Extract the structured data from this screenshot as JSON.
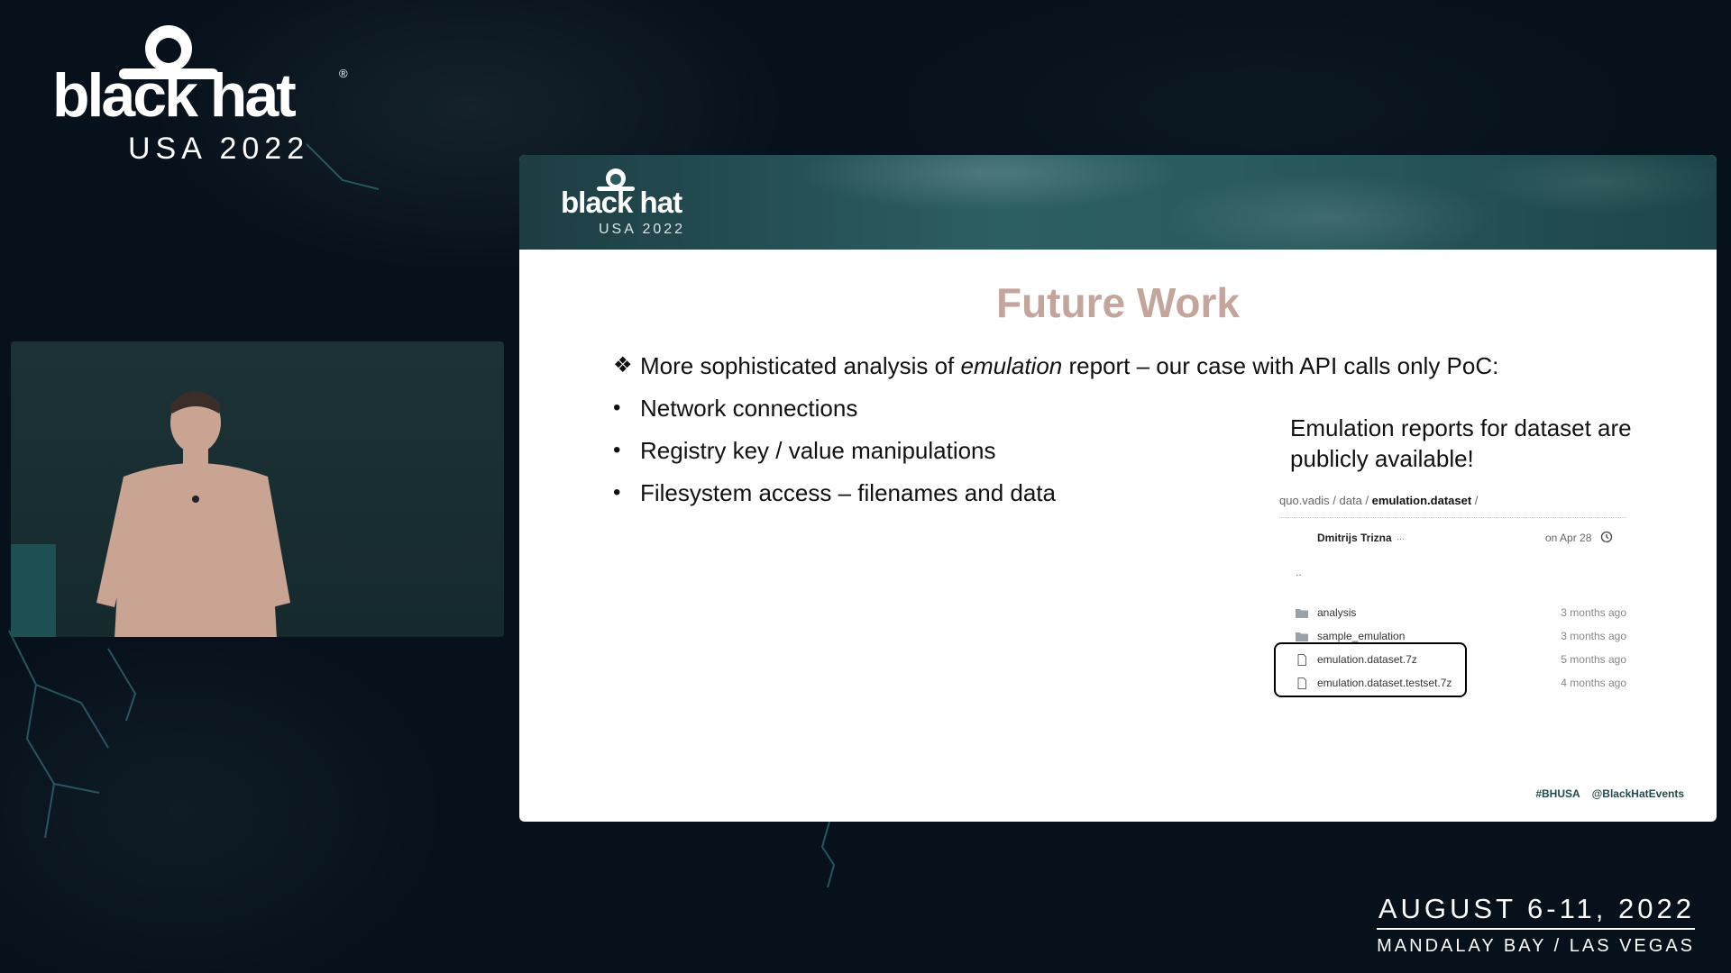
{
  "conference": {
    "brand": "black hat",
    "edition": "USA 2022",
    "dates": "AUGUST 6-11, 2022",
    "venue": "MANDALAY BAY / LAS VEGAS"
  },
  "slide": {
    "header_brand": "black hat",
    "header_edition": "USA 2022",
    "title": "Future Work",
    "lead_bullet": {
      "before": "More sophisticated analysis of ",
      "emphasis": "emulation",
      "after": " report – our case with API calls only PoC:"
    },
    "bullets": [
      "Network connections",
      "Registry key / value manipulations",
      "Filesystem access – filenames and data"
    ],
    "callout": "Emulation reports for dataset are publicly available!",
    "repo": {
      "breadcrumb": {
        "owner": "quo.vadis",
        "sep1": " / ",
        "folder": "data",
        "sep2": " / ",
        "current": "emulation.dataset",
        "sep3": " /"
      },
      "commit_author": "Dmitrijs Trizna",
      "commit_more": "...",
      "commit_date": "on Apr 28",
      "parent_dir": "..",
      "entries": [
        {
          "type": "folder",
          "name": "analysis",
          "age": "3 months ago"
        },
        {
          "type": "folder",
          "name": "sample_emulation",
          "age": "3 months ago"
        },
        {
          "type": "file",
          "name": "emulation.dataset.7z",
          "age": "5 months ago"
        },
        {
          "type": "file",
          "name": "emulation.dataset.testset.7z",
          "age": "4 months ago"
        }
      ]
    },
    "footer": {
      "hashtag": "#BHUSA",
      "handle": "@BlackHatEvents"
    }
  },
  "colors": {
    "background": "#07111b",
    "title": "#c4a59b",
    "header_teal": "#2c5f62"
  }
}
